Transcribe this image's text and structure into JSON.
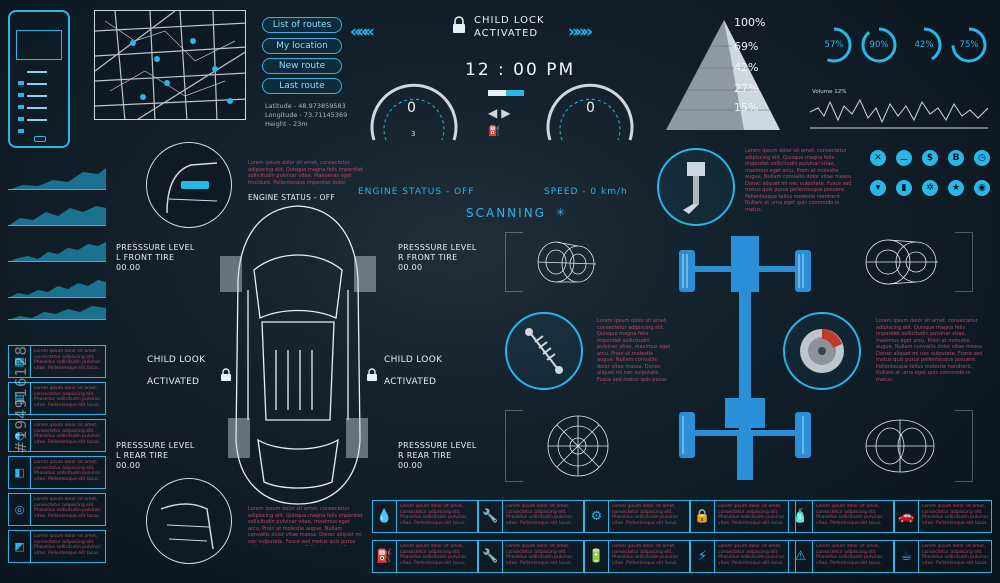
{
  "route_menu": {
    "items": [
      {
        "label": "List of routes"
      },
      {
        "label": "My location"
      },
      {
        "label": "New route"
      },
      {
        "label": "Last route"
      }
    ]
  },
  "coords": {
    "latitude": "Latitude - 48.973859583",
    "longitude": "Longitude - 73.71145369",
    "height": "Height - 23m"
  },
  "lock_status": {
    "line1": "CHILD LOCK",
    "line2": "ACTIVATED"
  },
  "clock": "12 : 00 PM",
  "gauges": {
    "left_value": "0",
    "left_sub": "3",
    "right_value": "0"
  },
  "pyramid": {
    "levels": [
      "100%",
      "69%",
      "42%",
      "27%",
      "15%"
    ]
  },
  "rings": [
    {
      "value": "57%",
      "fill": 0.57
    },
    {
      "value": "90%",
      "fill": 0.9
    },
    {
      "value": "42%",
      "fill": 0.42
    },
    {
      "value": "75%",
      "fill": 0.75
    }
  ],
  "volume_label": "Volume 12%",
  "status": {
    "engine_small": "ENGINE STATUS - OFF",
    "engine_large": "ENGINE STATUS - OFF",
    "speed": "SPEED - 0 km/h",
    "scanning": "SCANNING"
  },
  "tires": {
    "front_left": {
      "line1": "PRESSSURE LEVEL",
      "line2": "L FRONT TIRE",
      "value": "00.00"
    },
    "front_right": {
      "line1": "PRESSSURE LEVEL",
      "line2": "R FRONT TIRE",
      "value": "00.00"
    },
    "rear_left": {
      "line1": "PRESSSURE LEVEL",
      "line2": "L REAR TIRE",
      "value": "00.00"
    },
    "rear_right": {
      "line1": "PRESSSURE LEVEL",
      "line2": "R REAR TIRE",
      "value": "00.00"
    }
  },
  "child_lock": {
    "left1": "CHILD LOOK",
    "left2": "ACTIVATED",
    "right1": "CHILD LOOK",
    "right2": "ACTIVATED"
  },
  "lorem": {
    "short": "Lorem ipsum dolor sit amet, consectetur adipiscing elit. Quisque magna felis imperdiet sollicitudin pulvinar vitae. Maecenas eget tincidunt. Pellentesque imperdiet dolor.",
    "long": "Lorem ipsum dolor sit amet, consectetur adipiscing elit. Quisque magna felis imperdiet sollicitudin pulvinar vitae, maximus eget arcu. Proin at molestie augue. Nullam convallis dolor vitae massa. Donec aliquet mi nec vulputate. Fusce sed metus quis purus pellentesque posuere. Pellentesque tellus molestie hendrerit. Nullam at urna eget quis commodo in metus.",
    "cell": "Lorem ipsum dolor sit amet, consectetur adipiscing elit. Phasellus sollicitudin pulvinar vitae. Pellentesque elit lacus."
  },
  "watermark": "#194916128",
  "bottom_icons": [
    "💧",
    "⛽",
    "🔧",
    "🔧",
    "⚙",
    "🔋",
    "🔒",
    "⚡",
    "🧴",
    "⚠",
    "🚗",
    "☕"
  ]
}
